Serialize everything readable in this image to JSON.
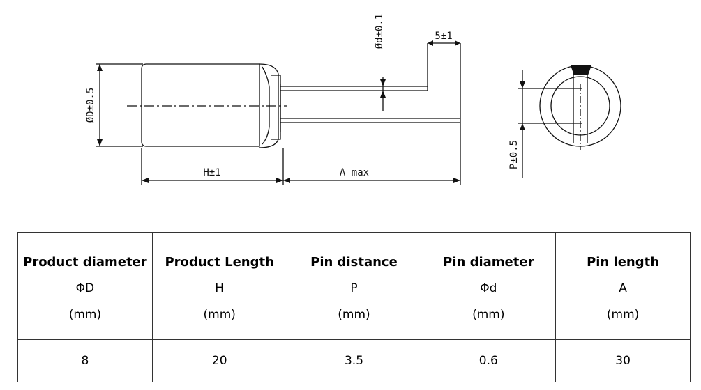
{
  "drawing": {
    "label_diameter": "ØD±0.5",
    "label_length": "H±1",
    "label_pin_length": "A max",
    "label_pin_diameter": "Ød±0.1",
    "label_lead_offset": "5±1",
    "label_pin_distance": "P±0.5"
  },
  "table": {
    "headers": [
      {
        "name": "Product diameter",
        "symbol": "ΦD",
        "unit": "(mm)"
      },
      {
        "name": "Product Length",
        "symbol": "H",
        "unit": "(mm)"
      },
      {
        "name": "Pin distance",
        "symbol": "P",
        "unit": "(mm)"
      },
      {
        "name": "Pin diameter",
        "symbol": "Φd",
        "unit": "(mm)"
      },
      {
        "name": "Pin length",
        "symbol": "A",
        "unit": "(mm)"
      }
    ],
    "values": [
      "8",
      "20",
      "3.5",
      "0.6",
      "30"
    ]
  }
}
